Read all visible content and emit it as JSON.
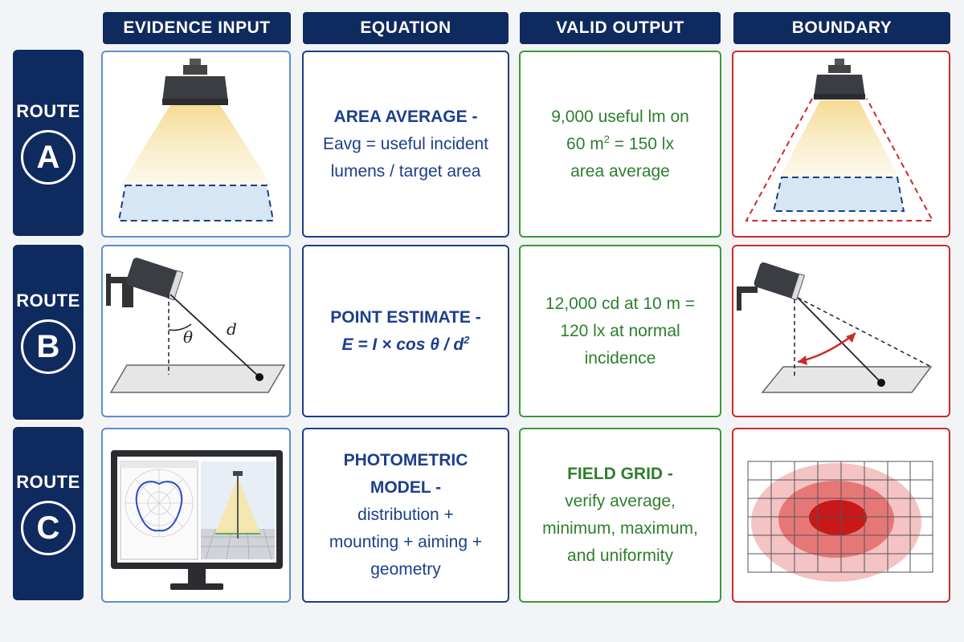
{
  "headers": [
    "EVIDENCE INPUT",
    "EQUATION",
    "VALID OUTPUT",
    "BOUNDARY"
  ],
  "routes": [
    {
      "label": "ROUTE",
      "letter": "A",
      "equation": {
        "line1": "AREA AVERAGE -",
        "line2": "Eavg = useful incident",
        "line3": "lumens / target area"
      },
      "output": {
        "line1": "9,000 useful lm on",
        "line2a": "60 m",
        "line2sup": "2",
        "line2b": " = 150 lx",
        "line3": "area average"
      }
    },
    {
      "label": "ROUTE",
      "letter": "B",
      "equation": {
        "line1": "POINT ESTIMATE -",
        "line2a": "E = I × cos θ / d",
        "line2sup": "2"
      },
      "output": {
        "line1": "12,000 cd at 10 m =",
        "line2": "120 lx at normal",
        "line3": "incidence"
      },
      "diagram": {
        "angle_label": "θ",
        "distance_label": "d"
      }
    },
    {
      "label": "ROUTE",
      "letter": "C",
      "equation": {
        "line1": "PHOTOMETRIC MODEL -",
        "line2": "distribution +",
        "line3": "mounting + aiming +",
        "line4": "geometry"
      },
      "output": {
        "line1": "FIELD GRID -",
        "line2": "verify average,",
        "line3": "minimum, maximum,",
        "line4": "and uniformity"
      }
    }
  ],
  "colors": {
    "navy": "#0f2a5e",
    "input_border": "#5b8fd1",
    "equation_border": "#1c3f8a",
    "output_border": "#3a9a3a",
    "boundary_border": "#cc2a2a",
    "light_beam": "#f6e3b0",
    "target_area": "#d6e6f5"
  }
}
